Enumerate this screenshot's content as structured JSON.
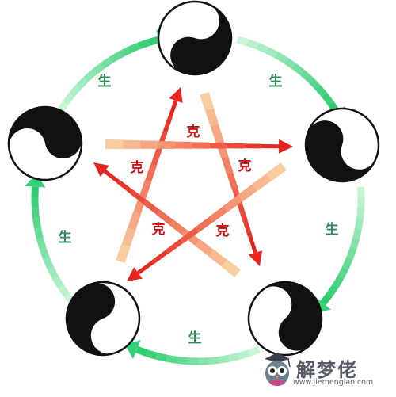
{
  "diagram": {
    "nodes": [
      {
        "id": "top",
        "symbol": "yin-yang"
      },
      {
        "id": "right",
        "symbol": "yin-yang"
      },
      {
        "id": "bottom-right",
        "symbol": "yin-yang"
      },
      {
        "id": "bottom-left",
        "symbol": "yin-yang"
      },
      {
        "id": "left",
        "symbol": "yin-yang"
      }
    ],
    "generating_cycle": {
      "label": "生",
      "color": "#2e8b57",
      "arrow_color": "#33d17a",
      "edges": [
        {
          "from": "left",
          "to": "top",
          "label": "生"
        },
        {
          "from": "top",
          "to": "right",
          "label": "生"
        },
        {
          "from": "right",
          "to": "bottom-right",
          "label": "生"
        },
        {
          "from": "bottom-right",
          "to": "bottom-left",
          "label": "生"
        },
        {
          "from": "bottom-left",
          "to": "left",
          "label": "生"
        }
      ]
    },
    "overcoming_cycle": {
      "label": "克",
      "label_color": "#d01010",
      "arrow_color": "#e8241e",
      "edges": [
        {
          "from": "bottom-left",
          "to": "top",
          "label": "克"
        },
        {
          "from": "top",
          "to": "bottom-right",
          "label": "克"
        },
        {
          "from": "bottom-right",
          "to": "left",
          "label": "克"
        },
        {
          "from": "left",
          "to": "right",
          "label": "克"
        },
        {
          "from": "right",
          "to": "bottom-left",
          "label": "克"
        }
      ]
    }
  },
  "watermark": {
    "title": "解梦佬",
    "url": "www.jiemenglao.com",
    "logo_icon": "owl-mascot-icon"
  }
}
